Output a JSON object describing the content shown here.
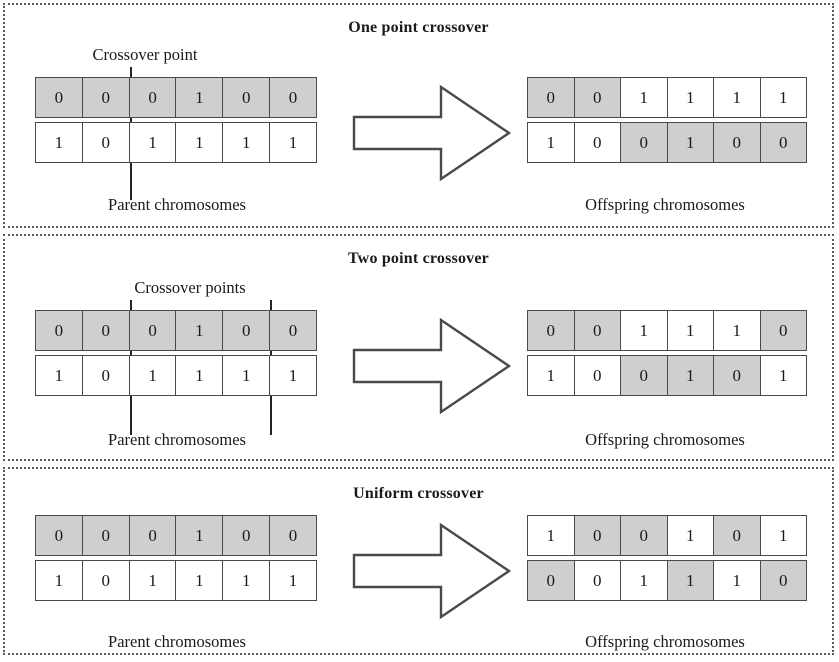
{
  "figure": {
    "title_hidden": "Crossover operator types in genetic algorithms",
    "background": "#ffffff",
    "shaded_color": "#cfcfcf",
    "cell_border_color": "#4a4a4a",
    "panel_border_color": "#5a5a5a"
  },
  "labels": {
    "parent": "Parent chromosomes",
    "offspring": "Offspring chromosomes",
    "crossover_point_single": "Crossover point",
    "crossover_point_double": "Crossover points"
  },
  "panels": [
    {
      "id": "one-point",
      "title": "One point crossover",
      "crossover_label": "Crossover point",
      "crossover_marks": [
        2
      ],
      "parent_caption": "Parent chromosomes",
      "offspring_caption": "Offspring chromosomes",
      "parents": [
        {
          "id": "parent-a",
          "cells": [
            {
              "value": "0",
              "shaded": true
            },
            {
              "value": "0",
              "shaded": true
            },
            {
              "value": "0",
              "shaded": true
            },
            {
              "value": "1",
              "shaded": true
            },
            {
              "value": "0",
              "shaded": true
            },
            {
              "value": "0",
              "shaded": true
            }
          ]
        },
        {
          "id": "parent-b",
          "cells": [
            {
              "value": "1",
              "shaded": false
            },
            {
              "value": "0",
              "shaded": false
            },
            {
              "value": "1",
              "shaded": false
            },
            {
              "value": "1",
              "shaded": false
            },
            {
              "value": "1",
              "shaded": false
            },
            {
              "value": "1",
              "shaded": false
            }
          ]
        }
      ],
      "offspring": [
        {
          "id": "offspring-a",
          "cells": [
            {
              "value": "0",
              "shaded": true
            },
            {
              "value": "0",
              "shaded": true
            },
            {
              "value": "1",
              "shaded": false
            },
            {
              "value": "1",
              "shaded": false
            },
            {
              "value": "1",
              "shaded": false
            },
            {
              "value": "1",
              "shaded": false
            }
          ]
        },
        {
          "id": "offspring-b",
          "cells": [
            {
              "value": "1",
              "shaded": false
            },
            {
              "value": "0",
              "shaded": false
            },
            {
              "value": "0",
              "shaded": true
            },
            {
              "value": "1",
              "shaded": true
            },
            {
              "value": "0",
              "shaded": true
            },
            {
              "value": "0",
              "shaded": true
            }
          ]
        }
      ]
    },
    {
      "id": "two-point",
      "title": "Two point crossover",
      "crossover_label": "Crossover points",
      "crossover_marks": [
        2,
        5
      ],
      "parent_caption": "Parent chromosomes",
      "offspring_caption": "Offspring chromosomes",
      "parents": [
        {
          "id": "parent-a",
          "cells": [
            {
              "value": "0",
              "shaded": true
            },
            {
              "value": "0",
              "shaded": true
            },
            {
              "value": "0",
              "shaded": true
            },
            {
              "value": "1",
              "shaded": true
            },
            {
              "value": "0",
              "shaded": true
            },
            {
              "value": "0",
              "shaded": true
            }
          ]
        },
        {
          "id": "parent-b",
          "cells": [
            {
              "value": "1",
              "shaded": false
            },
            {
              "value": "0",
              "shaded": false
            },
            {
              "value": "1",
              "shaded": false
            },
            {
              "value": "1",
              "shaded": false
            },
            {
              "value": "1",
              "shaded": false
            },
            {
              "value": "1",
              "shaded": false
            }
          ]
        }
      ],
      "offspring": [
        {
          "id": "offspring-a",
          "cells": [
            {
              "value": "0",
              "shaded": true
            },
            {
              "value": "0",
              "shaded": true
            },
            {
              "value": "1",
              "shaded": false
            },
            {
              "value": "1",
              "shaded": false
            },
            {
              "value": "1",
              "shaded": false
            },
            {
              "value": "0",
              "shaded": true
            }
          ]
        },
        {
          "id": "offspring-b",
          "cells": [
            {
              "value": "1",
              "shaded": false
            },
            {
              "value": "0",
              "shaded": false
            },
            {
              "value": "0",
              "shaded": true
            },
            {
              "value": "1",
              "shaded": true
            },
            {
              "value": "0",
              "shaded": true
            },
            {
              "value": "1",
              "shaded": false
            }
          ]
        }
      ]
    },
    {
      "id": "uniform",
      "title": "Uniform crossover",
      "crossover_label": "",
      "crossover_marks": [],
      "parent_caption": "Parent chromosomes",
      "offspring_caption": "Offspring chromosomes",
      "parents": [
        {
          "id": "parent-a",
          "cells": [
            {
              "value": "0",
              "shaded": true
            },
            {
              "value": "0",
              "shaded": true
            },
            {
              "value": "0",
              "shaded": true
            },
            {
              "value": "1",
              "shaded": true
            },
            {
              "value": "0",
              "shaded": true
            },
            {
              "value": "0",
              "shaded": true
            }
          ]
        },
        {
          "id": "parent-b",
          "cells": [
            {
              "value": "1",
              "shaded": false
            },
            {
              "value": "0",
              "shaded": false
            },
            {
              "value": "1",
              "shaded": false
            },
            {
              "value": "1",
              "shaded": false
            },
            {
              "value": "1",
              "shaded": false
            },
            {
              "value": "1",
              "shaded": false
            }
          ]
        }
      ],
      "offspring": [
        {
          "id": "offspring-a",
          "cells": [
            {
              "value": "1",
              "shaded": false
            },
            {
              "value": "0",
              "shaded": true
            },
            {
              "value": "0",
              "shaded": true
            },
            {
              "value": "1",
              "shaded": false
            },
            {
              "value": "0",
              "shaded": true
            },
            {
              "value": "1",
              "shaded": false
            }
          ]
        },
        {
          "id": "offspring-b",
          "cells": [
            {
              "value": "0",
              "shaded": true
            },
            {
              "value": "0",
              "shaded": false
            },
            {
              "value": "1",
              "shaded": false
            },
            {
              "value": "1",
              "shaded": true
            },
            {
              "value": "1",
              "shaded": false
            },
            {
              "value": "0",
              "shaded": true
            }
          ]
        }
      ]
    }
  ]
}
